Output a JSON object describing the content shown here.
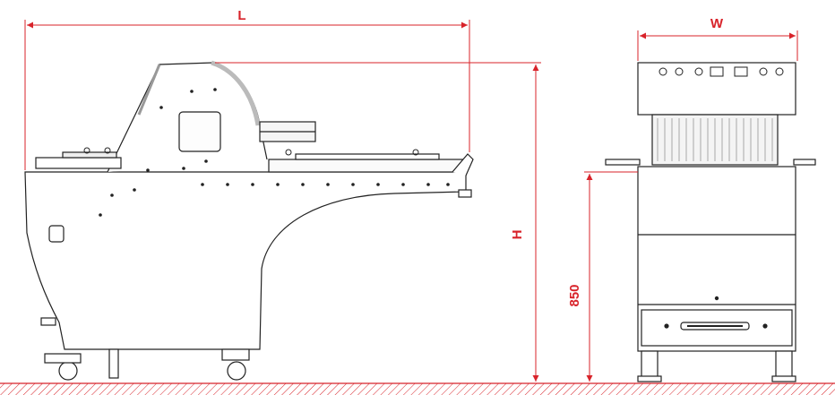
{
  "dimensions": {
    "length_label": "L",
    "width_label": "W",
    "height_label": "H",
    "table_height_label": "850"
  },
  "colors": {
    "dimension": "#d8232a",
    "outline": "#222222",
    "ground": "#d8232a"
  }
}
